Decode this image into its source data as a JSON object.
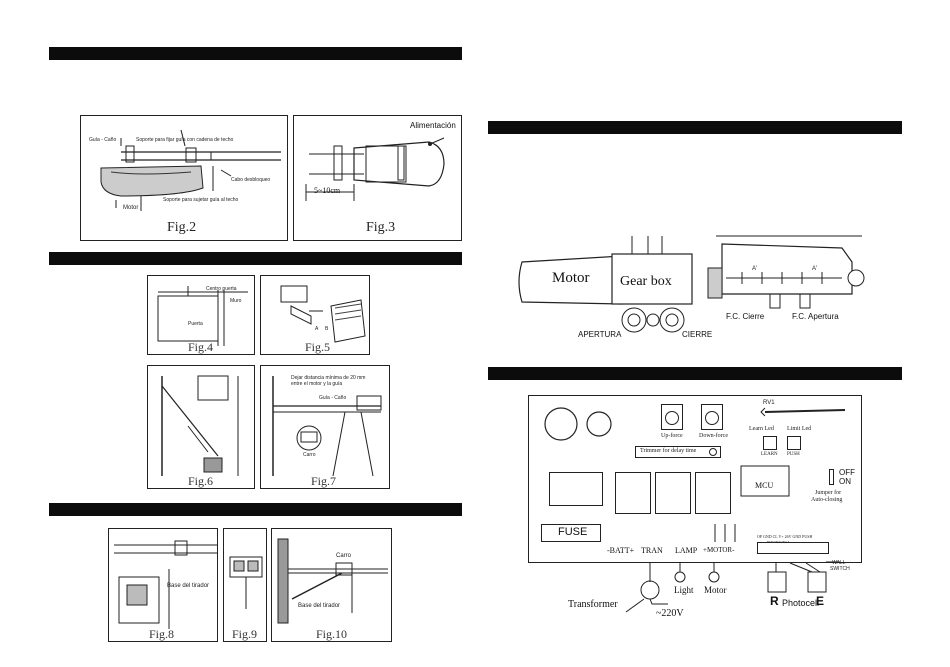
{
  "left": {
    "fig2": {
      "caption": "Fig.2",
      "guia": "Guía - Caño",
      "soporte_techo": "Soporte para fijar guía con cadena de techo",
      "cabo": "Cabo desbloqueo",
      "soporte_sujetar": "Soporte para sujetar guía al techo",
      "motor": "Motor"
    },
    "fig3": {
      "caption": "Fig.3",
      "alimentacion": "Alimentación",
      "distance": "5~10cm"
    },
    "fig4": {
      "caption": "Fig.4",
      "centro": "Centro puerta",
      "muro": "Muro",
      "puerta": "Puerta"
    },
    "fig5": {
      "caption": "Fig.5",
      "a": "A",
      "b": "B"
    },
    "fig6": {
      "caption": "Fig.6"
    },
    "fig7": {
      "caption": "Fig.7",
      "dejar": "Dejar distancia mínima de 20 mm",
      "dejar2": "entre el motor y la guía",
      "guia": "Guía - Caño",
      "carro": "Carro"
    },
    "fig8": {
      "caption": "Fig.8",
      "base": "Base del tirador"
    },
    "fig9": {
      "caption": "Fig.9"
    },
    "fig10": {
      "caption": "Fig.10",
      "carro": "Carro",
      "base": "Base del tirador"
    }
  },
  "gear": {
    "motor": "Motor",
    "gearbox": "Gear box",
    "apertura": "APERTURA",
    "cierre": "CIERRE",
    "fc_cierre": "F.C. Cierre",
    "fc_apertura": "F.C. Apertura",
    "a_mark": "A'",
    "a_mark2": "A'"
  },
  "board": {
    "rv1": "RV1",
    "upforce": "Up-force",
    "downforce": "Down-force",
    "trimmer": "Trimmer for delay time",
    "learn_led": "Learn Led",
    "limit_led": "Limit Led",
    "learn": "LEARN",
    "push": "PUSH",
    "mcu": "MCU",
    "off": "OFF",
    "on": "ON",
    "jumper": "Jumper for",
    "jumper2": "Auto-closing",
    "fuse": "FUSE",
    "batt": "-BATT+",
    "tran": "TRAN",
    "lamp": "LAMP",
    "motor_t": "+MOTOR-",
    "terminals": "OP GND CL  V+ 26V GND PUSH",
    "photobar": "PHOTOCELL",
    "wall": "WALL",
    "switch": "SWITCH",
    "light": "Light",
    "motor": "Motor",
    "transformer": "Transformer",
    "voltage": "~220V",
    "photocell": "Photocell",
    "r": "R",
    "e": "E"
  }
}
